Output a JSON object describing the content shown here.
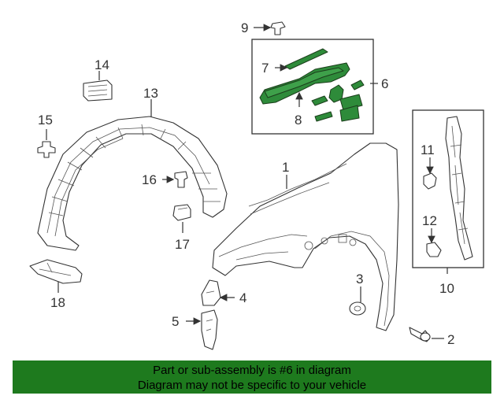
{
  "colors": {
    "highlight_part": "#2e8b3a",
    "banner": "#1e7a1e",
    "line": "#333333"
  },
  "callouts": {
    "c1": "1",
    "c2": "2",
    "c3": "3",
    "c4": "4",
    "c5": "5",
    "c6": "6",
    "c7": "7",
    "c8": "8",
    "c9": "9",
    "c10": "10",
    "c11": "11",
    "c12": "12",
    "c13": "13",
    "c14": "14",
    "c15": "15",
    "c16": "16",
    "c17": "17",
    "c18": "18"
  },
  "banner": {
    "line1": "Part or sub-assembly is #6 in diagram",
    "line2": "Diagram may not be specific to your vehicle"
  }
}
